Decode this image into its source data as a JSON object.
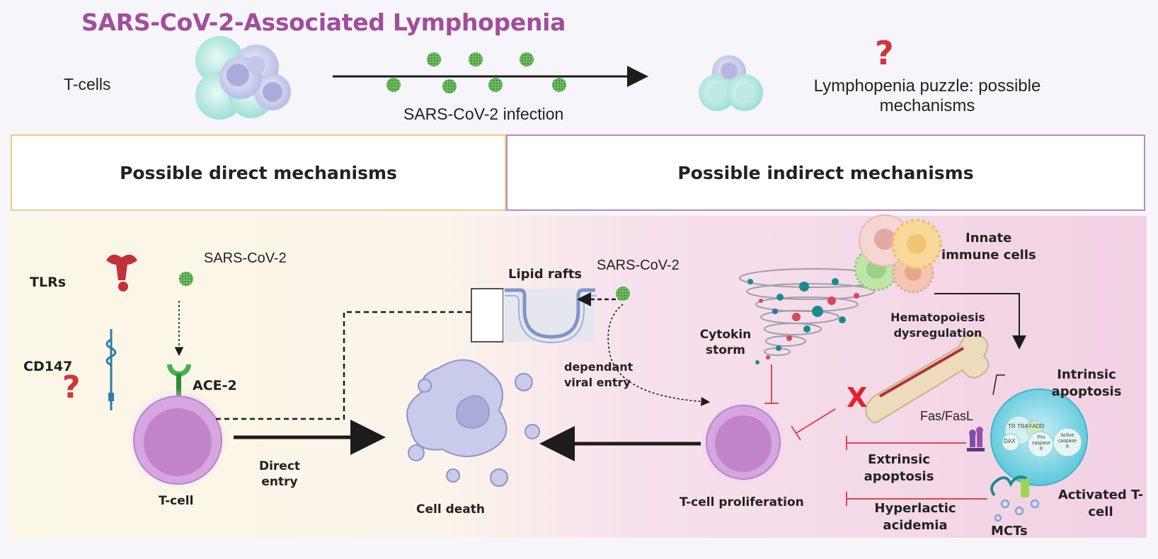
{
  "title": "SARS-CoV-2-Associated Lymphopenia",
  "top": {
    "tcells_label": "T-cells",
    "infection_label": "SARS-CoV-2 infection",
    "question_mark": "?",
    "puzzle_line1": "Lymphopenia puzzle: possible",
    "puzzle_line2": "mechanisms"
  },
  "headers": {
    "direct": "Possible direct mechanisms",
    "indirect": "Possible indirect mechanisms"
  },
  "direct": {
    "tlrs": "TLRs",
    "virus": "SARS-CoV-2",
    "cd147": "CD147",
    "cd147_question": "?",
    "ace2": "ACE-2",
    "tcell": "T-cell",
    "direct_line1": "Direct",
    "direct_line2": "entry",
    "cell_death": "Cell death"
  },
  "rafts": {
    "label": "Lipid rafts",
    "virus": "SARS-CoV-2",
    "dependant_line1": "dependant",
    "dependant_line2": "viral entry"
  },
  "indirect": {
    "innate_line1": "Innate",
    "innate_line2": "immune cells",
    "cytokin_line1": "Cytokin",
    "cytokin_line2": "storm",
    "hema_line1": "Hematopoiesis",
    "hema_line2": "dysregulation",
    "x_mark": "X",
    "intrinsic_line1": "Intrinsic",
    "intrinsic_line2": "apoptosis",
    "fas": "Fas/FasL",
    "extrinsic_line1": "Extrinsic",
    "extrinsic_line2": "apoptosis",
    "hyper_line1": "Hyperlactic",
    "hyper_line2": "acidemia",
    "mcts": "MCTs",
    "activated_line1": "Activated T-",
    "activated_line2": "cell",
    "proliferation": "T-cell proliferation",
    "cell_tr": "TR",
    "cell_tra": "TRA",
    "cell_fadd": "FADD",
    "cell_pro1": "Pro",
    "cell_pro2": "caspase",
    "cell_pro3": "8",
    "cell_act1": "Active",
    "cell_act2": "caspase",
    "cell_act3": "8",
    "cell_daxx": "DAX"
  },
  "colors": {
    "title": "#a24d9c",
    "direct_border": "#f2cc7a",
    "indirect_border": "#b88ac0",
    "inhibit": "#e0474c",
    "question": "#d2343c"
  }
}
